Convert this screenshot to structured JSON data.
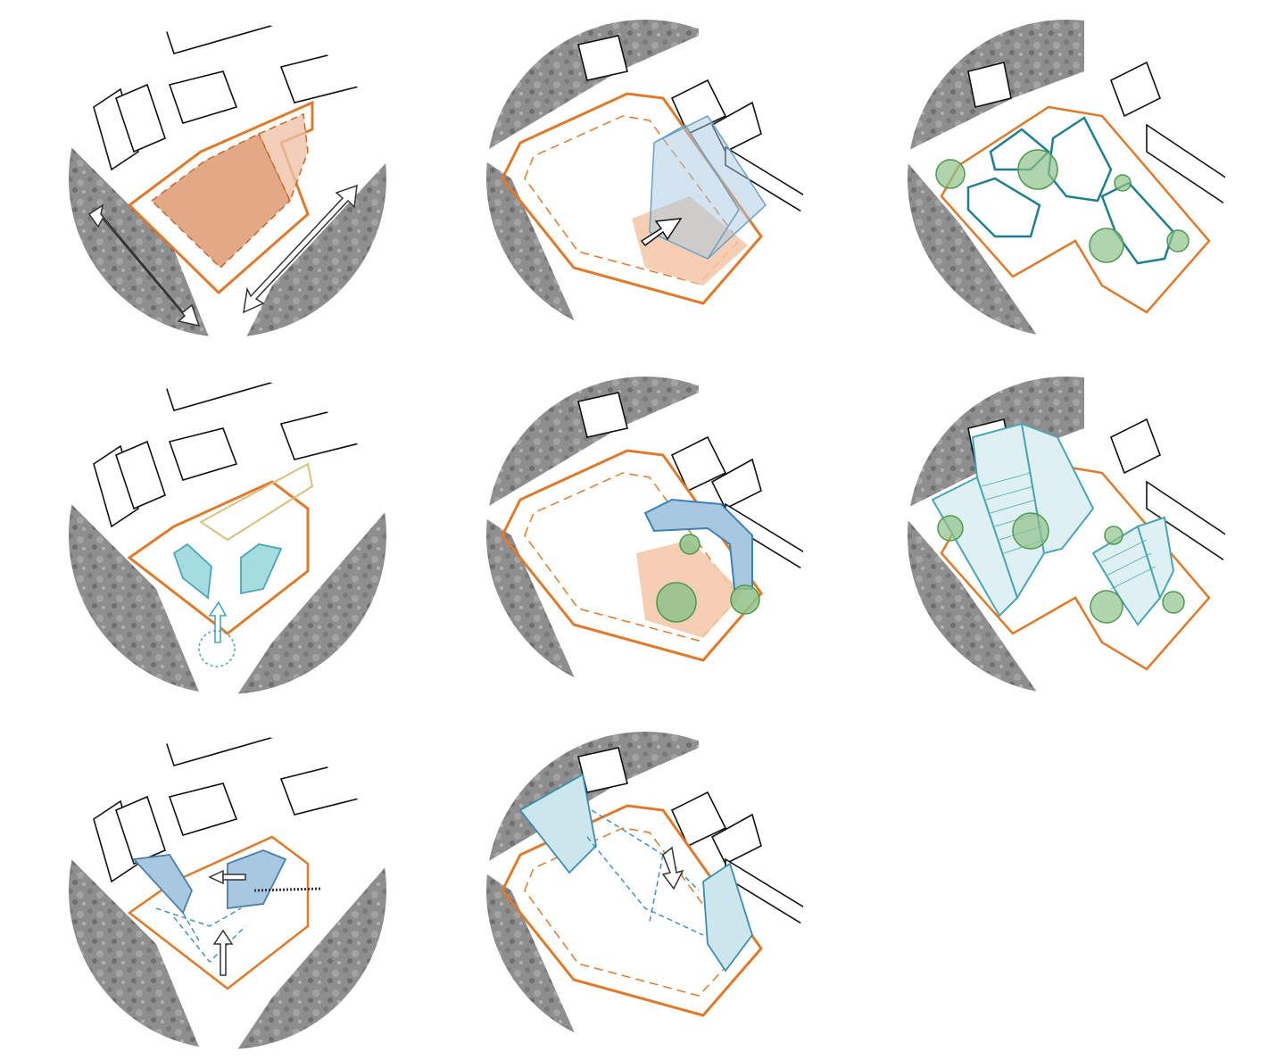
{
  "diagram": {
    "panel_count": 8,
    "grid": {
      "columns": 3,
      "rows": 3
    },
    "colors": {
      "site_outline": "#e07a2b",
      "site_fill": "#d99366",
      "volume_blue": "#8fb9d6",
      "volume_stroke": "#5aa2bb",
      "tower_teal": "#4aa5b5",
      "tree_green": "#8fc28a",
      "tree_stroke": "#4e9a4e",
      "road": "#8a8a8a",
      "context_lines": "#111111"
    },
    "panels": [
      {
        "id": "site-access",
        "icon": "double-arrow-icon"
      },
      {
        "id": "volume-push",
        "icon": "arrow-icon"
      },
      {
        "id": "building-clusters-with-trees",
        "icon": "tree-icon"
      },
      {
        "id": "entry-plaza",
        "icon": "arrow-icon"
      },
      {
        "id": "bridge-volume-with-trees",
        "icon": "tree-icon"
      },
      {
        "id": "stepped-towers",
        "icon": "tower-icon"
      },
      {
        "id": "twin-volumes-circulation",
        "icon": "arrow-icon"
      },
      {
        "id": "offset-towers",
        "icon": "arrow-icon"
      }
    ]
  }
}
